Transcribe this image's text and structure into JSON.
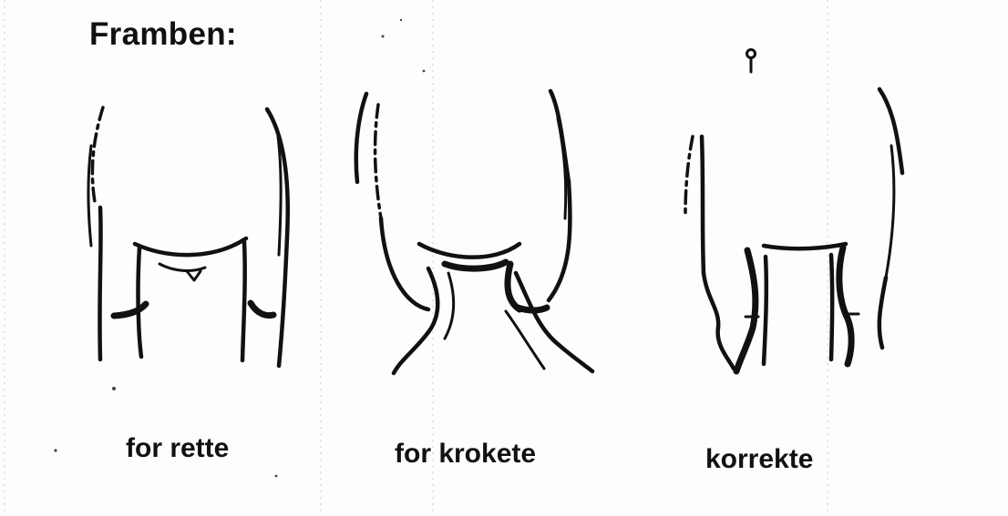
{
  "title": "Framben:",
  "figures": [
    {
      "caption": "for rette"
    },
    {
      "caption": "for krokete"
    },
    {
      "caption": "korrekte"
    }
  ]
}
